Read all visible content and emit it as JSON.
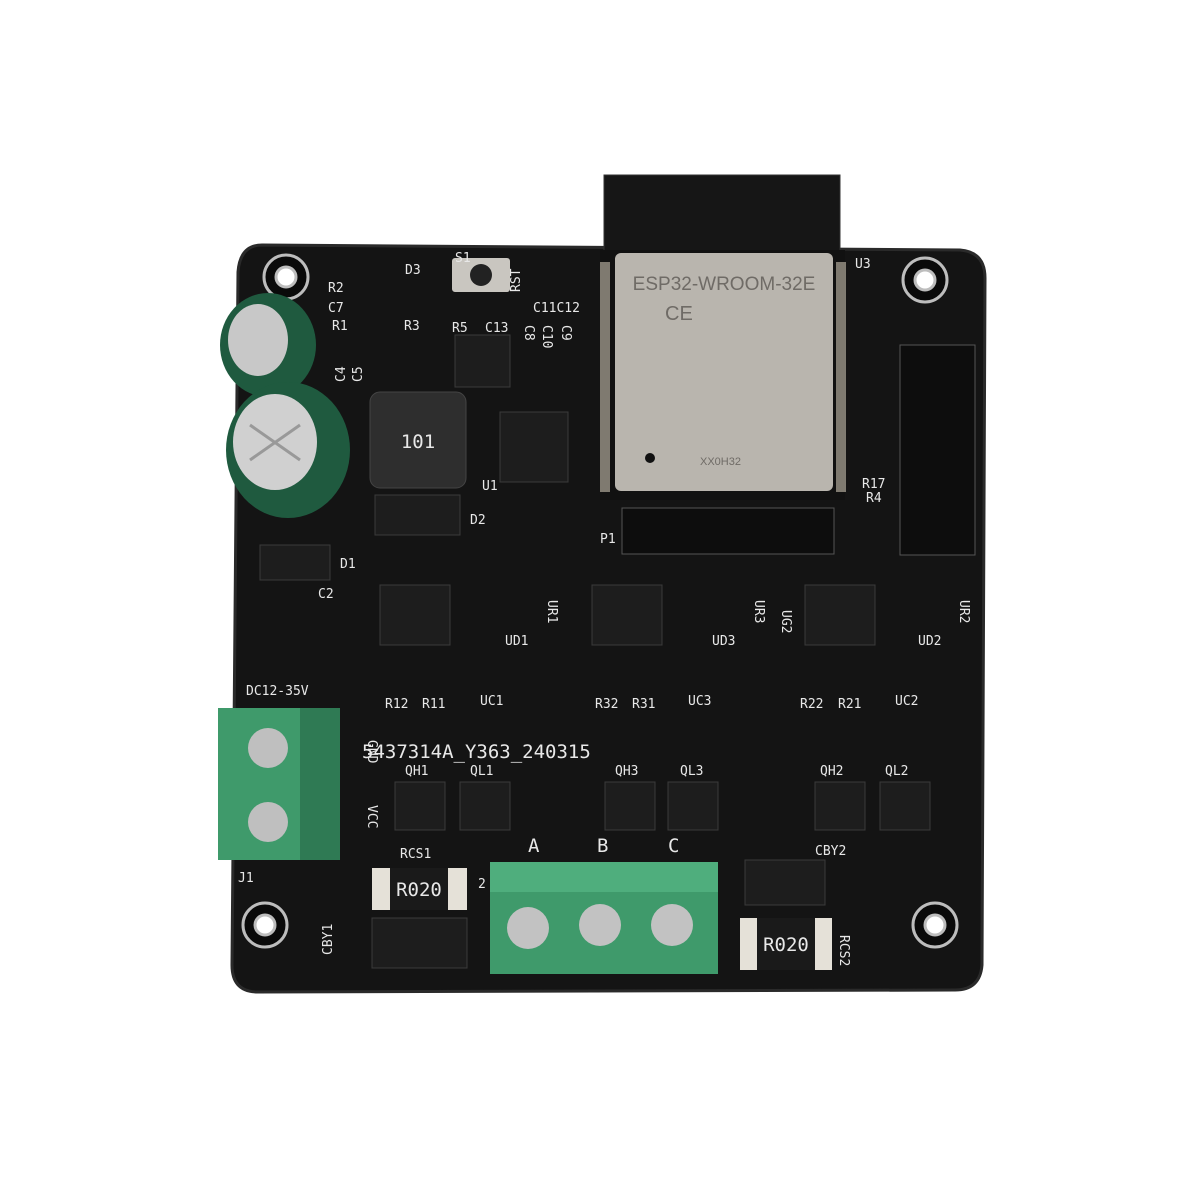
{
  "board": {
    "revision_code": "5437314A_Y363_240315",
    "power_input_label": "DC12-35V",
    "board_color": "#141414",
    "terminal_color": "#3f9a6b"
  },
  "module": {
    "name": "ESP32-WROOM-32E",
    "marking": "XX0H32",
    "ref": "U3",
    "cert_mark": "CE"
  },
  "inductor": {
    "marking": "101"
  },
  "shunts": {
    "left_marking": "R020",
    "right_marking": "R020"
  },
  "labels": {
    "s1": "S1",
    "rst": "RST",
    "d3": "D3",
    "r2": "R2",
    "c7": "C7",
    "r1": "R1",
    "r3": "R3",
    "r5": "R5",
    "c13": "C13",
    "c11c12": "C11C12",
    "c8": "C8",
    "c10": "C10",
    "c9": "C9",
    "c4": "C4",
    "c5": "C5",
    "u1": "U1",
    "d2": "D2",
    "d1": "D1",
    "c2": "C2",
    "p1": "P1",
    "r17": "R17",
    "r4": "R4",
    "ur1": "UR1",
    "ud1": "UD1",
    "uc1": "UC1",
    "r12": "R12",
    "r11": "R11",
    "ur3": "UR3",
    "ud3": "UD3",
    "uc3": "UC3",
    "r32": "R32",
    "r31": "R31",
    "ug2": "UG2",
    "ur2": "UR2",
    "ud2": "UD2",
    "uc2": "UC2",
    "r22": "R22",
    "r21": "R21",
    "j1": "J1",
    "gnd": "GND",
    "vcc": "VCC",
    "qh1": "QH1",
    "ql1": "QL1",
    "qh3": "QH3",
    "ql3": "QL3",
    "qh2": "QH2",
    "ql2": "QL2",
    "a": "A",
    "b": "B",
    "c": "C",
    "rcs1": "RCS1",
    "rcs2": "RCS2",
    "cby1": "CBY1",
    "cby2": "CBY2",
    "pin2": "2"
  }
}
